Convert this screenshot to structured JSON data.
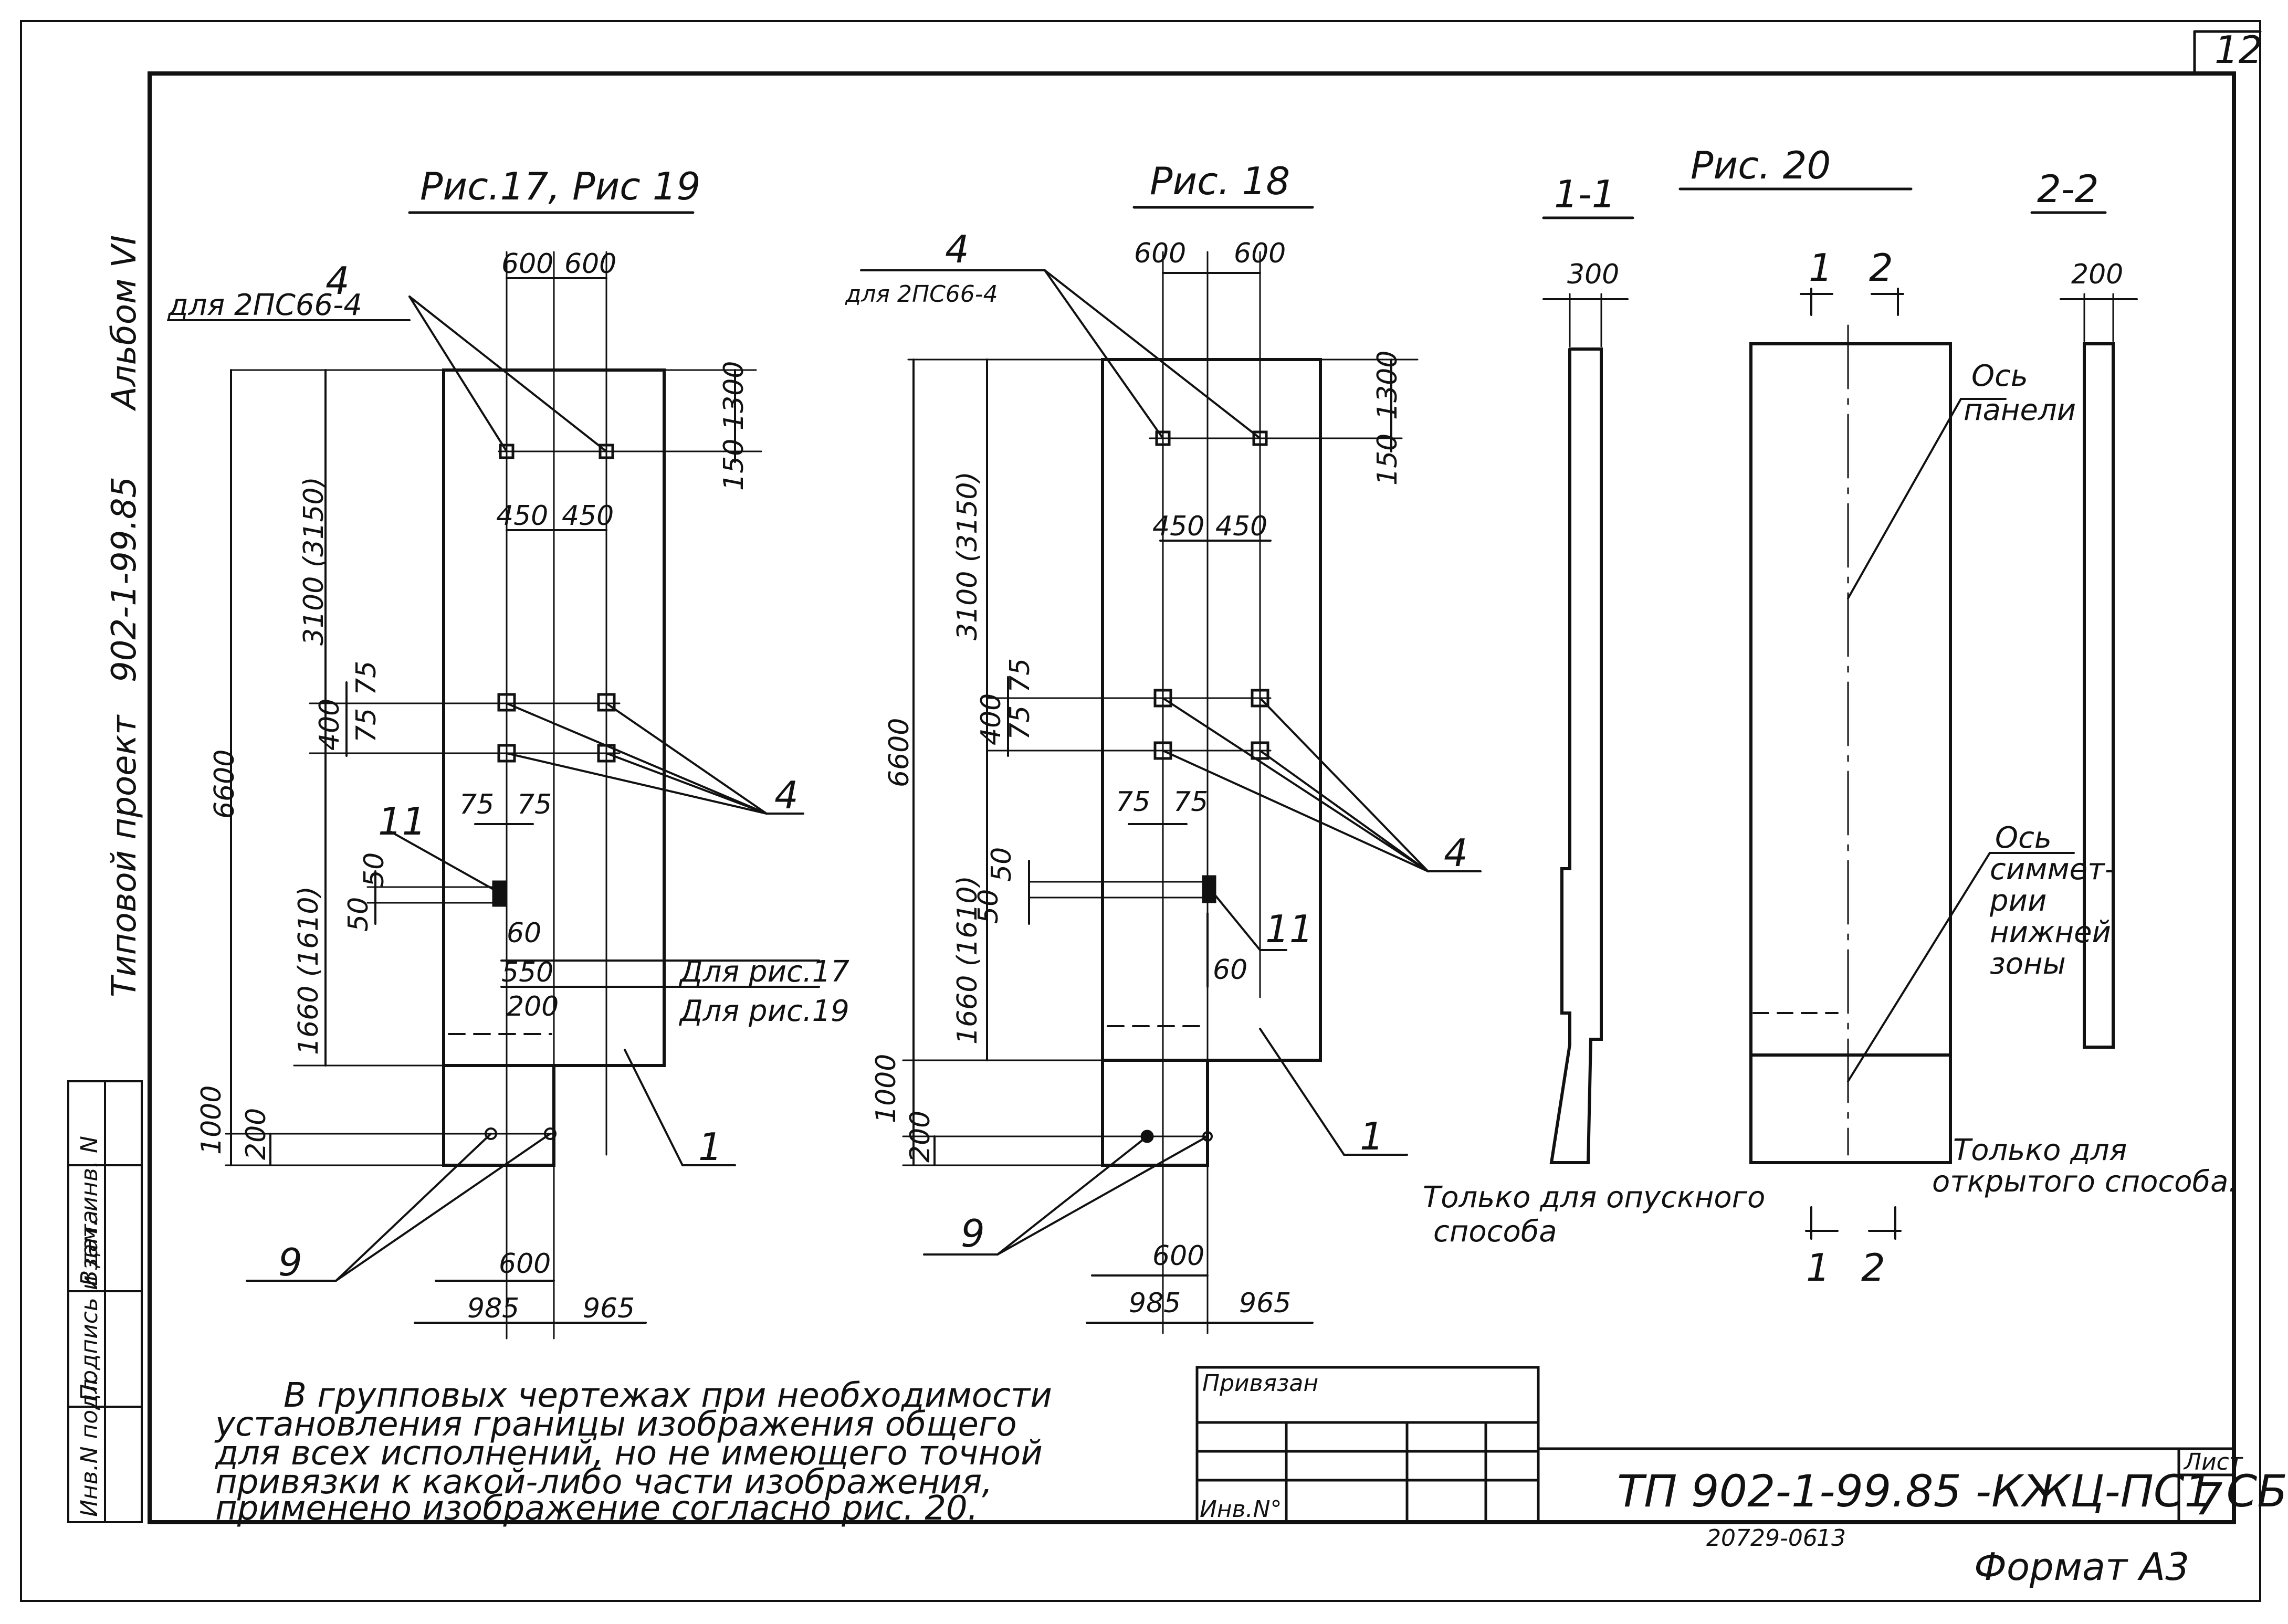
{
  "sheet_number": "12",
  "side_stamp": {
    "album": "Альбом VI",
    "project_code": "902-1-99.85",
    "project_label": "Типовой проект",
    "fields": [
      "Инв.N подл.",
      "Подпись и дата",
      "Взам. инв. N"
    ]
  },
  "fig_17_19": {
    "title": "Рис.17, Рис 19",
    "callout_4_note": "для 2ПС66-4",
    "dims": {
      "top_spacing_1": "600",
      "top_spacing_2": "600",
      "mid_spacing_1": "450",
      "mid_spacing_2": "450",
      "height_total": "6600",
      "upper_zone": "3100 (3150)",
      "lower_zone": "1660 (1610)",
      "bottom": "1000",
      "bottom_anchor": "200",
      "pair_gap": "400",
      "pair_small_a": "75",
      "pair_small_b": "75",
      "horiz_small_a": "75",
      "horiz_small_b": "75",
      "right_top": "1300",
      "right_small": "150",
      "anchor_50_a": "50",
      "anchor_50_b": "50",
      "anchor_60": "60",
      "dim_550": "550",
      "dim_200": "200",
      "bottom_600": "600",
      "bottom_985": "985",
      "bottom_965": "965"
    },
    "notes": {
      "for_17": "Для рис.17",
      "for_19": "Для рис.19"
    },
    "callouts": {
      "c4_top": "4",
      "c4_mid": "4",
      "c11": "11",
      "c1": "1",
      "c9": "9"
    }
  },
  "fig_18": {
    "title": "Рис. 18",
    "callout_4_note": "для 2ПС66-4",
    "dims": {
      "top_spacing_1": "600",
      "top_spacing_2": "600",
      "mid_spacing_1": "450",
      "mid_spacing_2": "450",
      "height_total": "6600",
      "upper_zone": "3100 (3150)",
      "lower_zone": "1660 (1610)",
      "bottom": "1000",
      "bottom_anchor": "200",
      "pair_gap": "400",
      "pair_small_a": "75",
      "pair_small_b": "75",
      "horiz_small_a": "75",
      "horiz_small_b": "75",
      "right_top": "1300",
      "right_small": "150",
      "anchor_50_a": "50",
      "anchor_50_b": "50",
      "anchor_60": "60",
      "bottom_600": "600",
      "bottom_985": "985",
      "bottom_965": "965"
    },
    "callouts": {
      "c4_top": "4",
      "c4_mid": "4",
      "c11": "11",
      "c1": "1",
      "c9": "9"
    }
  },
  "fig_20": {
    "title": "Рис. 20",
    "section_1_1": "1-1",
    "section_2_2": "2-2",
    "dim_300": "300",
    "dim_200": "200",
    "mark_1": "1",
    "mark_2": "2",
    "axis_panel": [
      "Ось",
      "панели"
    ],
    "axis_symmetry": [
      "Ось",
      "симмет-",
      "рии",
      "нижней",
      "зоны"
    ],
    "note_lowering": [
      "Только для опускного",
      "способа"
    ],
    "note_open": [
      "Только для",
      "открытого способа."
    ]
  },
  "general_note": [
    "В групповых чертежах при необходимости",
    "установления границы изображения общего",
    "для всех исполнений, но не имеющего точной",
    "привязки к какой-либо части изображения,",
    "применено изображение согласно рис. 20."
  ],
  "title_block": {
    "bound_label": "Привязан",
    "inv_label": "Инв.N°",
    "code": "ТП 902-1-99.85 -КЖЦ-ПС1 СБ",
    "sheet_label": "Лист",
    "sheet_value": "7"
  },
  "footer": {
    "order_code": "20729-06",
    "order_num": "13",
    "format": "Формат А3"
  }
}
